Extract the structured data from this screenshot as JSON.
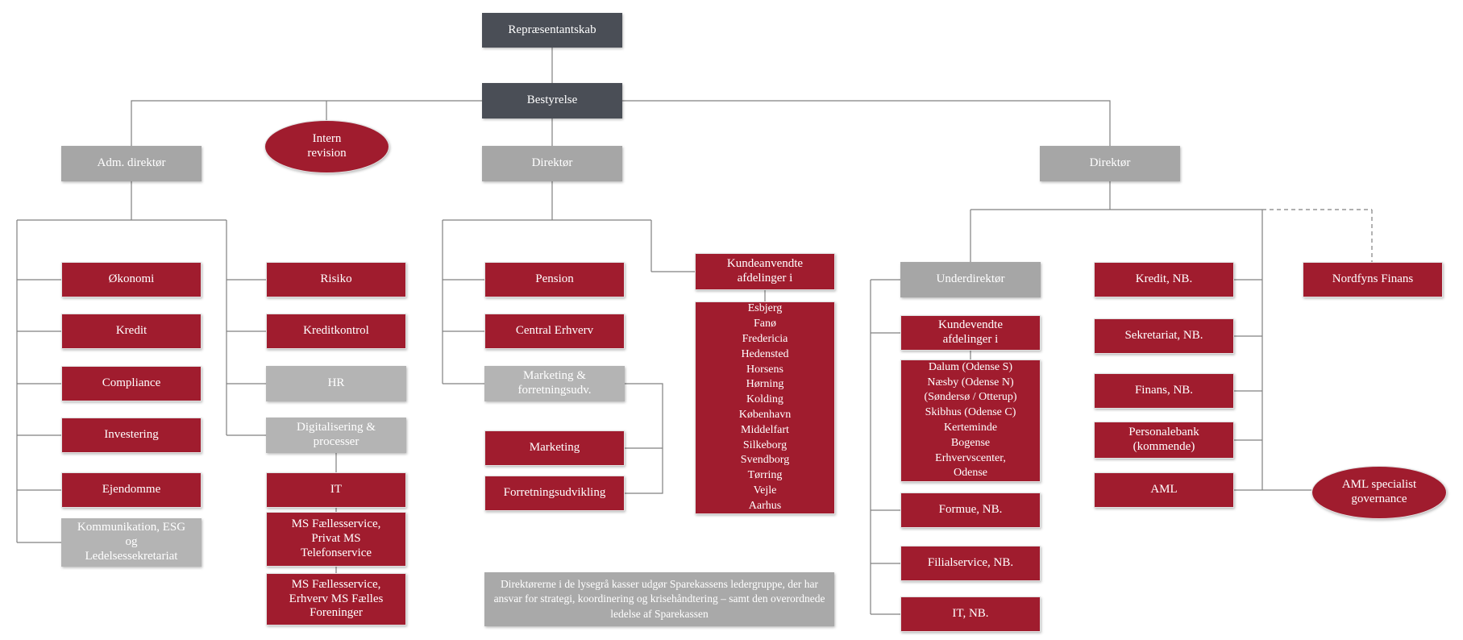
{
  "nodes": {
    "repraesentantskab": "Repræsentantskab",
    "bestyrelse": "Bestyrelse",
    "intern_revision": "Intern\nrevision",
    "adm_direktor": "Adm. direktør",
    "direktor_center": "Direktør",
    "direktor_right": "Direktør",
    "okonomi": "Økonomi",
    "kredit": "Kredit",
    "compliance": "Compliance",
    "investering": "Investering",
    "ejendomme": "Ejendomme",
    "kommunikation": "Kommunikation, ESG\nog\nLedelsessekretariat",
    "risiko": "Risiko",
    "kreditkontrol": "Kreditkontrol",
    "hr": "HR",
    "digitalisering": "Digitalisering &\nprocesser",
    "it": "IT",
    "ms_privat": "MS Fællesservice,\nPrivat MS\nTelefonservice",
    "ms_erhverv": "MS Fællesservice,\nErhverv MS Fælles\nForeninger",
    "pension": "Pension",
    "central_erhverv": "Central Erhverv",
    "marketing_forretningsudv": "Marketing &\nforretningsudv.",
    "marketing": "Marketing",
    "forretningsudvikling": "Forretningsudvikling",
    "kundeanvendte_header": "Kundeanvendte\nafdelinger i",
    "kundeanvendte_list": [
      "Esbjerg",
      "Fanø",
      "Fredericia",
      "Hedensted",
      "Horsens",
      "Hørning",
      "Kolding",
      "København",
      "Middelfart",
      "Silkeborg",
      "Svendborg",
      "Tørring",
      "Vejle",
      "Aarhus"
    ],
    "ledergruppe_note": "Direktørerne i de lysegrå kasser udgør Sparekassens ledergruppe, der har ansvar for strategi, koordinering og krisehåndtering – samt den overordnede ledelse af Sparekassen",
    "underdirektor": "Underdirektør",
    "kundevendte_header": "Kundevendte\nafdelinger i",
    "kundevendte_list": [
      "Dalum (Odense S)",
      "Næsby (Odense N)",
      "(Søndersø / Otterup)",
      "Skibhus (Odense C)",
      "Kerteminde",
      "Bogense",
      "Erhvervscenter,",
      "Odense"
    ],
    "formue_nb": "Formue, NB.",
    "filialservice_nb": "Filialservice, NB.",
    "it_nb": "IT, NB.",
    "kredit_nb": "Kredit, NB.",
    "sekretariat_nb": "Sekretariat, NB.",
    "finans_nb": "Finans, NB.",
    "personalebank": "Personalebank\n(kommende)",
    "aml": "AML",
    "nordfyns_finans": "Nordfyns Finans",
    "aml_governance": "AML specialist\ngovernance"
  },
  "colors": {
    "dark_box": "#4a4e56",
    "leader_gray": "#a6a6a6",
    "light_gray": "#b4b4b4",
    "red": "#a01c2e",
    "line": "#808080"
  }
}
